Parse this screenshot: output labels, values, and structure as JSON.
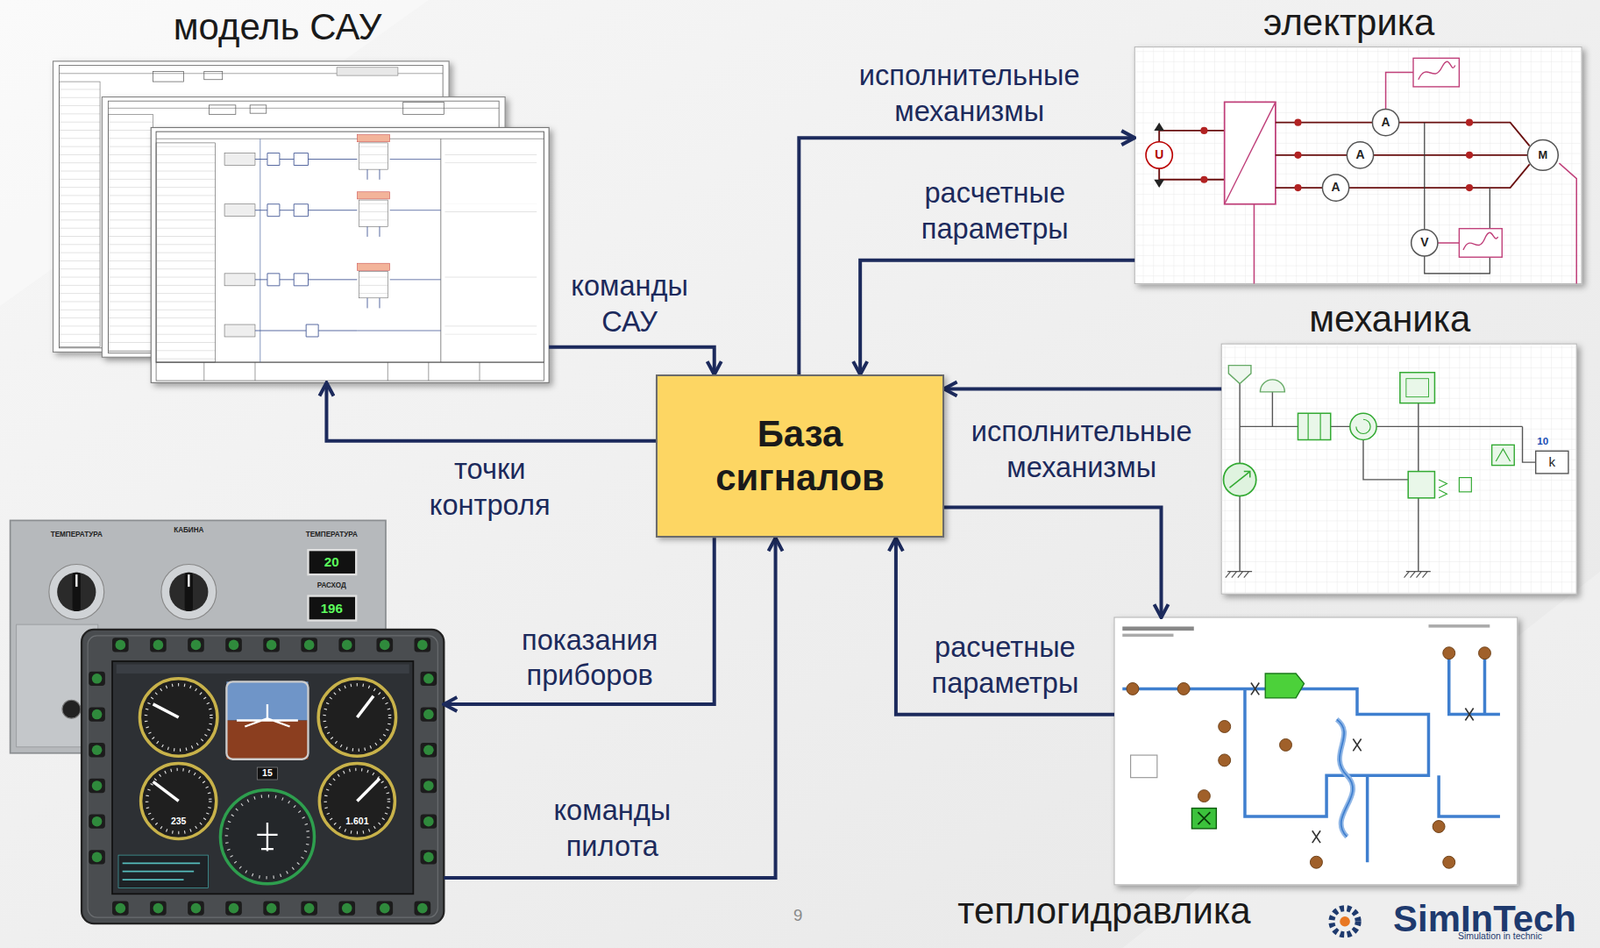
{
  "diagram": {
    "nodes": [
      {
        "text": [
          "модель САУ"
        ]
      },
      {
        "text": [
          "электрика"
        ]
      },
      {
        "text": [
          "механика"
        ]
      },
      {
        "text": [
          "теплогидравлика"
        ]
      },
      {
        "text": [
          "ТЕМПЕРАТУРА",
          "КАБИНА",
          "ТЕМПЕРАТУРА",
          "20",
          "РАСХОД",
          "196"
        ]
      },
      {
        "text": [
          "15",
          "235",
          "1.601"
        ]
      },
      {
        "text": [
          "База сигналов"
        ]
      }
    ],
    "edges": [
      {
        "from": 0,
        "to": 6,
        "label": "команды САУ",
        "arrow": "to"
      },
      {
        "from": 6,
        "to": 0,
        "label": "точки контроля",
        "arrow": "to"
      },
      {
        "from": 6,
        "to": 1,
        "label": "исполнительные механизмы",
        "arrow": "to"
      },
      {
        "from": 1,
        "to": 6,
        "label": "расчетные параметры",
        "arrow": "to"
      },
      {
        "from": 2,
        "to": 6,
        "label": "исполнительные механизмы",
        "arrow": "to"
      },
      {
        "from": 6,
        "to": 3,
        "arrow": "to"
      },
      {
        "from": 3,
        "to": 6,
        "label": "расчетные параметры",
        "arrow": "to"
      },
      {
        "from": 6,
        "to": 5,
        "label": "показания приборов",
        "arrow": "to"
      },
      {
        "from": 5,
        "to": 6,
        "label": "команды пилота",
        "arrow": "to"
      }
    ],
    "labels": [
      "U",
      "A",
      "A",
      "A",
      "V",
      "M",
      "10",
      "k",
      "9",
      "SimInTech",
      "Simulation in technic"
    ]
  }
}
